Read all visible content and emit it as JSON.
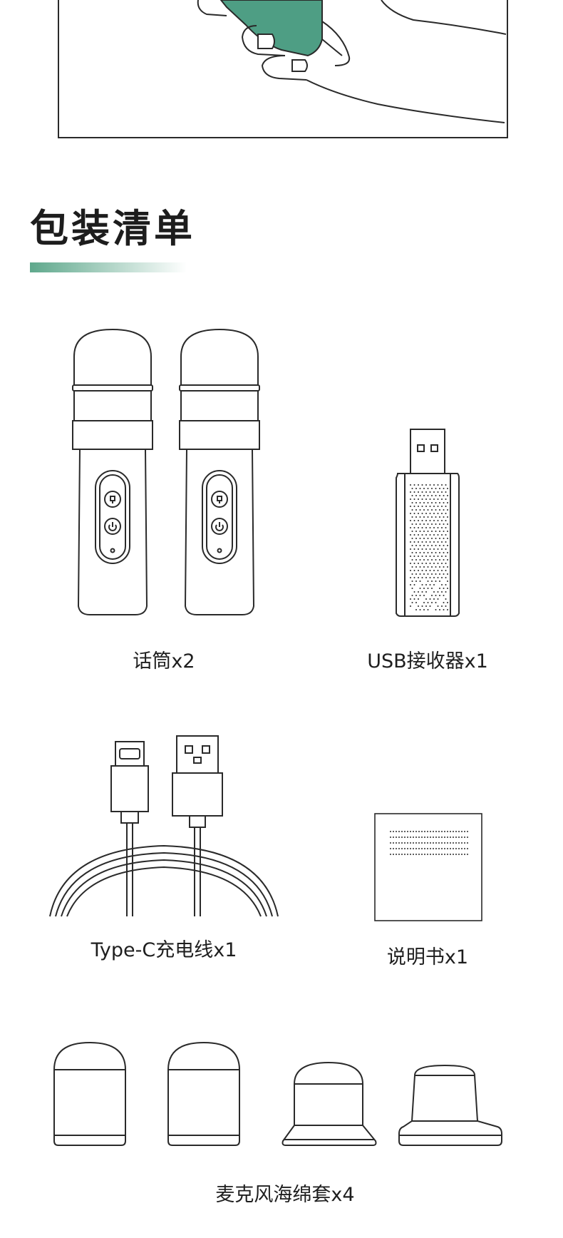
{
  "section": {
    "title": "包装清单",
    "accent_color": "#5fa88c"
  },
  "items": [
    {
      "label": "话筒x2",
      "icon": "microphone-icon"
    },
    {
      "label": "USB接收器x1",
      "icon": "usb-receiver-icon"
    },
    {
      "label": "Type-C充电线x1",
      "icon": "charging-cable-icon"
    },
    {
      "label": "说明书x1",
      "icon": "manual-icon"
    },
    {
      "label": "麦克风海绵套x4",
      "icon": "foam-cover-icon"
    }
  ],
  "colors": {
    "line": "#2a2a2a",
    "hero_green": "#4e9e84",
    "background": "#ffffff"
  }
}
